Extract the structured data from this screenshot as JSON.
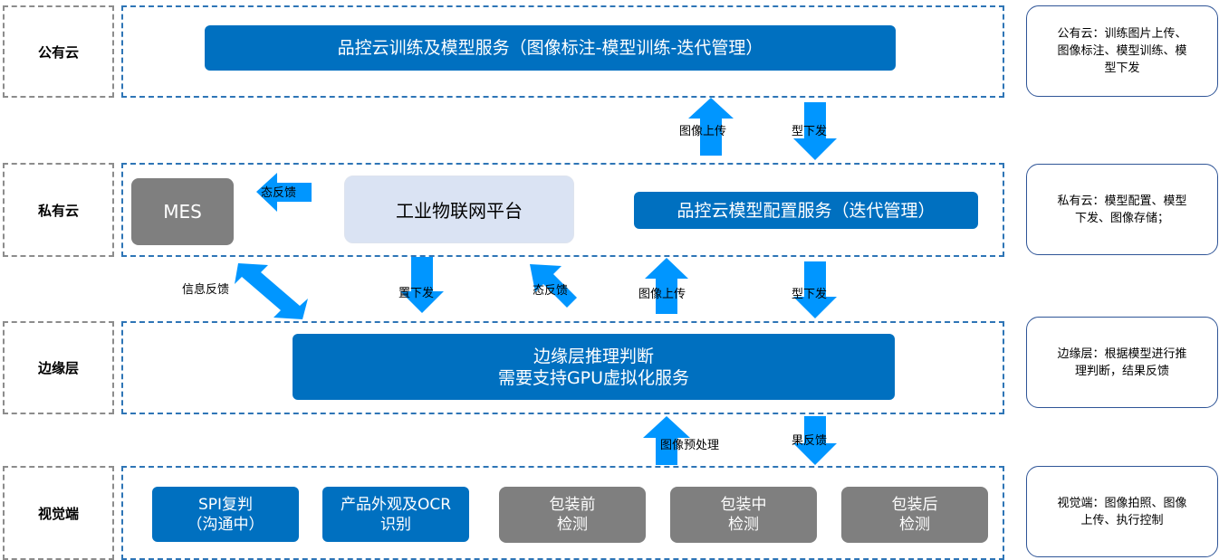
{
  "colors": {
    "primary_blue": "#0070c0",
    "arrow_blue": "#0096ff",
    "gray": "#7f7f7f",
    "light_blue": "#dae3f3",
    "band_border": "#2e75b6",
    "note_border": "#2f5597"
  },
  "layers": {
    "public_cloud": "公有云",
    "private_cloud": "私有云",
    "edge": "边缘层",
    "vision": "视觉端"
  },
  "nodes": {
    "cloud_training_service": "品控云训练及模型服务（图像标注-模型训练-迭代管理）",
    "mes": "MES",
    "iiot_platform": "工业物联网平台",
    "model_config_service": "品控云模型配置服务（迭代管理）",
    "edge_inference": "边缘层推理判断\n需要支持GPU虚拟化服务",
    "spi": "SPI复判\n（沟通中）",
    "ocr": "产品外观及OCR\n识别",
    "pre_pack": "包装前\n检测",
    "mid_pack": "包装中\n检测",
    "post_pack": "包装后\n检测"
  },
  "arrow_labels": {
    "image_upload_top": "图像上传",
    "model_deploy_top": "型下发",
    "status_feedback_mes": "态反馈",
    "info_feedback": "信息反馈",
    "config_deploy": "置下发",
    "status_feedback_mid": "态反馈",
    "image_upload_mid": "图像上传",
    "model_deploy_mid": "型下发",
    "image_preprocess": "图像预处理",
    "result_feedback": "果反馈"
  },
  "notes": {
    "public_cloud": "公有云：训练图片上传、\n图像标注、模型训练、模\n型下发",
    "private_cloud": "私有云：模型配置、模型\n下发、图像存储；",
    "edge": "边缘层：根据模型进行推\n理判断，结果反馈",
    "vision": "视觉端：图像拍照、图像\n上传、执行控制"
  }
}
